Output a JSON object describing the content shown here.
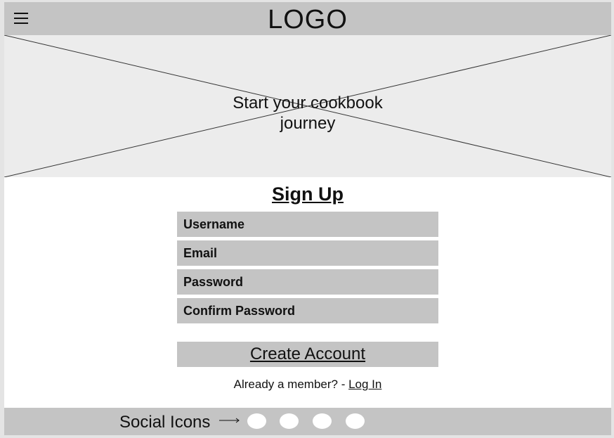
{
  "header": {
    "logo": "LOGO",
    "menu_icon": "hamburger-menu-icon"
  },
  "hero": {
    "line1": "Start your cookbook",
    "line2": "journey",
    "placeholder_icon": "image-placeholder-x"
  },
  "signup": {
    "title": "Sign Up",
    "fields": {
      "username_placeholder": "Username",
      "email_placeholder": "Email",
      "password_placeholder": "Password",
      "confirm_placeholder": "Confirm Password"
    },
    "create_label": "Create Account",
    "member_text": "Already a member? - ",
    "login_label": "Log In"
  },
  "footer": {
    "social_label": "Social Icons",
    "arrow_icon": "arrow-right-icon",
    "social_icons": [
      "social-icon-1",
      "social-icon-2",
      "social-icon-3",
      "social-icon-4"
    ]
  },
  "colors": {
    "bar": "#c4c4c4",
    "hero_bg": "#ececec",
    "page_bg": "#ffffff",
    "outer_bg": "#e4e4e4"
  }
}
